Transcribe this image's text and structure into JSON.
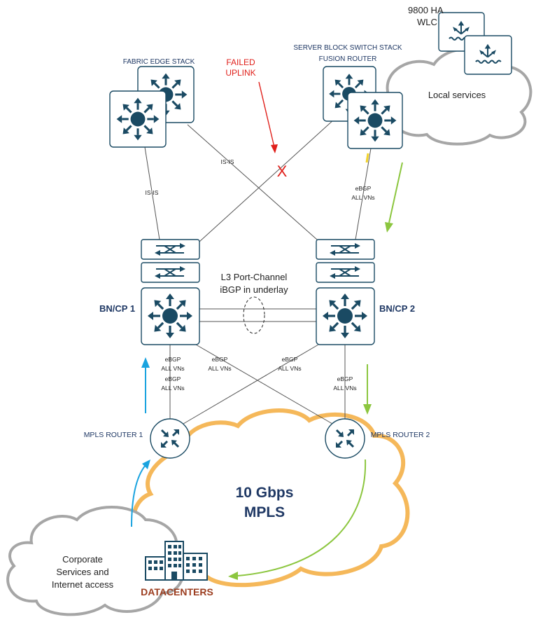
{
  "colors": {
    "device": "#1a4a63",
    "navy_text": "#1f3864",
    "failed": "#e0201b",
    "mpls_cloud": "#f5b85a",
    "gray_cloud": "#a6a6a6",
    "blue_arrow": "#1aa3df",
    "green_arrow": "#8cc63f",
    "datacenter_text": "#9c3d1f"
  },
  "labels": {
    "wlc_line1": "9800 HA",
    "wlc_line2": "WLC",
    "fabric_edge": "FABRIC EDGE STACK",
    "failed_line1": "FAILED",
    "failed_line2": "UPLINK",
    "server_block_line1": "SERVER BLOCK SWITCH STACK",
    "server_block_line2": "FUSION ROUTER",
    "local_services": "Local services",
    "isis_left": "IS-IS",
    "isis_cross": "IS-IS",
    "ebgp_top_line1": "eBGP",
    "ebgp_top_line2": "ALL VNs",
    "portchannel_line1": "L3 Port-Channel",
    "portchannel_line2": "iBGP in underlay",
    "bn1": "BN/CP 1",
    "bn2": "BN/CP 2",
    "ebgp1_line1": "eBGP",
    "ebgp1_line2": "ALL VNs",
    "ebgp2_line1": "eBGP",
    "ebgp2_line2": "ALL VNs",
    "ebgp3_line1": "eBGP",
    "ebgp3_line2": "ALL VNs",
    "ebgp4_line1": "eBGP",
    "ebgp4_line2": "ALL VNs",
    "ebgp5_line1": "eBGP",
    "ebgp5_line2": "ALL VNs",
    "mpls_router1": "MPLS ROUTER 1",
    "mpls_router2": "MPLS ROUTER 2",
    "mpls_line1": "10 Gbps",
    "mpls_line2": "MPLS",
    "corp_line1": "Corporate",
    "corp_line2": "Services and",
    "corp_line3": "Internet access",
    "datacenters": "DATACENTERS",
    "failed_mark": "X"
  },
  "icons": {
    "switch": "layer3-switch-icon",
    "access": "access-switch-icon",
    "router": "router-icon",
    "wlc": "wireless-controller-icon",
    "building": "datacenter-building-icon"
  }
}
